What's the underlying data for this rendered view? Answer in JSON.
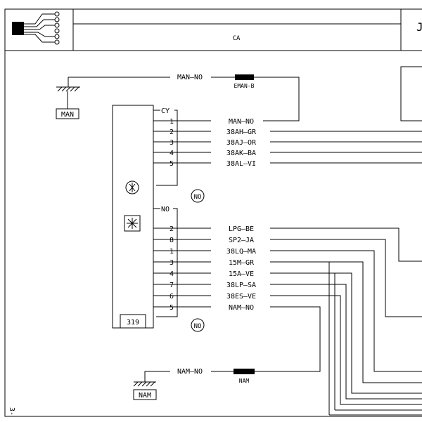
{
  "header": {
    "title_code": "CA",
    "right_fragment": "J"
  },
  "page_marker": "3-",
  "ground_top": {
    "label": "MAN",
    "wire": "MAN—NO",
    "connector": "EMAN-B"
  },
  "ground_bottom": {
    "label": "NAM",
    "wire": "NAM—NO",
    "connector": "NAM"
  },
  "component": {
    "id": "319",
    "connector_top": "CY",
    "connector_bottom": "NO",
    "top_note": "NO",
    "bottom_note": "NO"
  },
  "top_wires": [
    {
      "pin": "1",
      "label": "MAN—NO"
    },
    {
      "pin": "2",
      "label": "38AH—GR"
    },
    {
      "pin": "3",
      "label": "38AJ—OR"
    },
    {
      "pin": "4",
      "label": "38AK—BA"
    },
    {
      "pin": "5",
      "label": "38AL—VI"
    }
  ],
  "bottom_wires": [
    {
      "pin": "2",
      "label": "LPG—BE"
    },
    {
      "pin": "8",
      "label": "SP2—JA"
    },
    {
      "pin": "1",
      "label": "38LQ—MA"
    },
    {
      "pin": "3",
      "label": "15M—GR"
    },
    {
      "pin": "4",
      "label": "15A—VE"
    },
    {
      "pin": "7",
      "label": "38LP—SA"
    },
    {
      "pin": "6",
      "label": "38ES—VE"
    },
    {
      "pin": "5",
      "label": "NAM—NO"
    }
  ],
  "colors": {
    "line": "#000000",
    "background": "#ffffff"
  }
}
